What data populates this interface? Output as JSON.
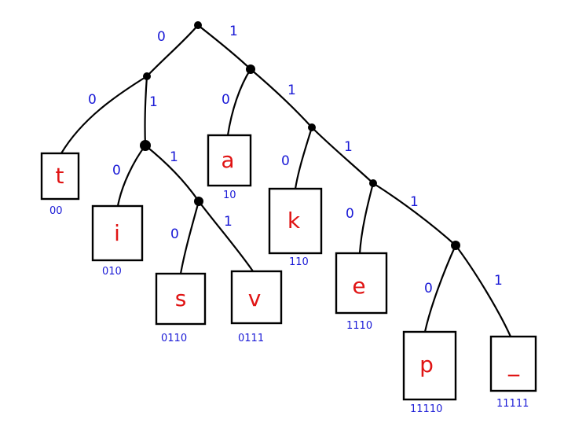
{
  "colors": {
    "edge_label": "#1a1ad6",
    "symbol": "#e01414",
    "line": "#000000"
  },
  "edge_labels": {
    "root_left": "0",
    "root_right": "1",
    "n1_left": "0",
    "n1_right": "1",
    "n2_left": "0",
    "n2_right": "1",
    "n3_left": "0",
    "n3_right": "1",
    "n4_left": "0",
    "n4_right": "1",
    "n5_left": "0",
    "n5_right": "1",
    "n6_left": "0",
    "n6_right": "1",
    "n7_left": "0",
    "n7_right": "1"
  },
  "leaves": {
    "t": {
      "symbol": "t",
      "code": "00"
    },
    "i": {
      "symbol": "i",
      "code": "010"
    },
    "s": {
      "symbol": "s",
      "code": "0110"
    },
    "v": {
      "symbol": "v",
      "code": "0111"
    },
    "a": {
      "symbol": "a",
      "code": "10"
    },
    "k": {
      "symbol": "k",
      "code": "110"
    },
    "e": {
      "symbol": "e",
      "code": "1110"
    },
    "p": {
      "symbol": "p",
      "code": "11110"
    },
    "underscore": {
      "symbol": "_",
      "code": "11111"
    }
  }
}
